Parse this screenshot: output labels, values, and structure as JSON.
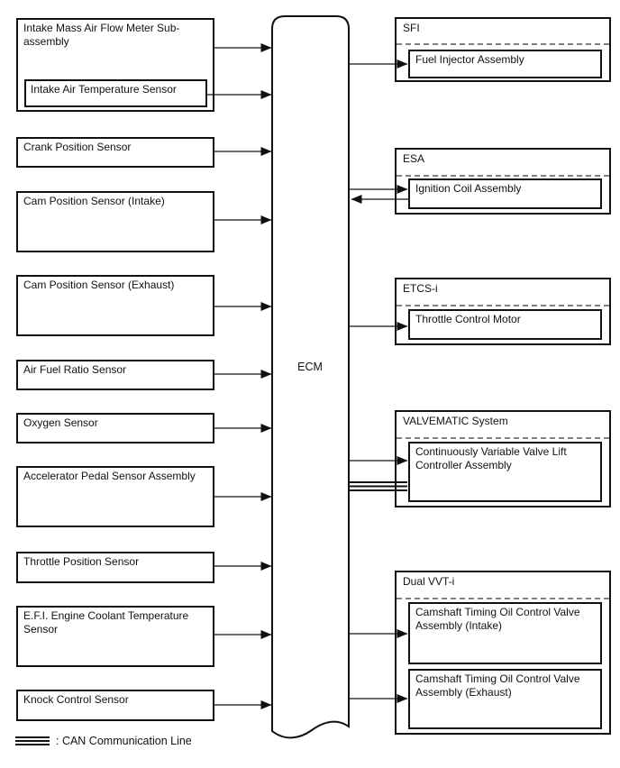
{
  "diagram": {
    "ecm": {
      "label": "ECM"
    },
    "sensors": [
      {
        "label": "Intake Mass Air Flow Meter Sub-assembly",
        "sub_label": "Intake Air Temperature Sensor"
      },
      {
        "label": "Crank Position Sensor"
      },
      {
        "label": "Cam Position Sensor (Intake)"
      },
      {
        "label": "Cam Position Sensor (Exhaust)"
      },
      {
        "label": "Air Fuel Ratio Sensor"
      },
      {
        "label": "Oxygen Sensor"
      },
      {
        "label": "Accelerator Pedal Sensor Assembly"
      },
      {
        "label": "Throttle Position Sensor"
      },
      {
        "label": "E.F.I. Engine Coolant Temperature Sensor"
      },
      {
        "label": "Knock Control Sensor"
      }
    ],
    "systems": [
      {
        "title": "SFI",
        "components": [
          "Fuel Injector Assembly"
        ]
      },
      {
        "title": "ESA",
        "components": [
          "Ignition Coil Assembly"
        ]
      },
      {
        "title": "ETCS-i",
        "components": [
          "Throttle Control Motor"
        ]
      },
      {
        "title": "VALVEMATIC System",
        "components": [
          "Continuously Variable Valve Lift Controller Assembly"
        ]
      },
      {
        "title": "Dual VVT-i",
        "components": [
          "Camshaft Timing Oil Control Valve Assembly (Intake)",
          "Camshaft Timing Oil Control Valve Assembly (Exhaust)"
        ]
      }
    ],
    "legend": {
      "label": ": CAN Communication Line"
    },
    "colors": {
      "line": "#111111",
      "background": "#ffffff",
      "dashed_separator": "#808080"
    }
  }
}
